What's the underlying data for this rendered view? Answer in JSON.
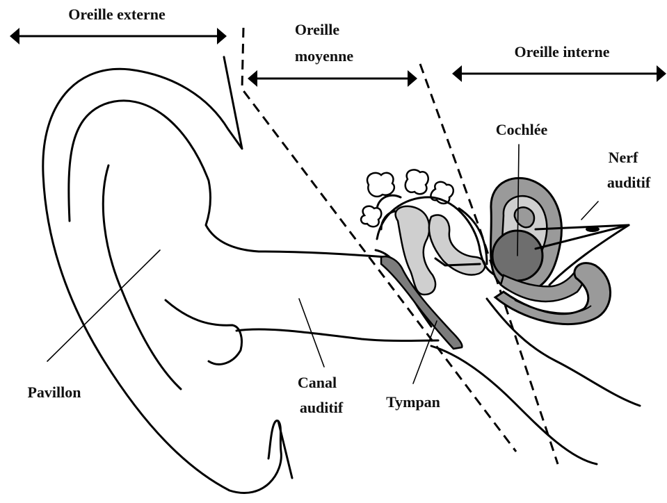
{
  "labels": {
    "outer_ear": "Oreille externe",
    "middle_ear_line1": "Oreille",
    "middle_ear_line2": "moyenne",
    "inner_ear": "Oreille interne",
    "cochlea": "Cochlée",
    "nerve_line1": "Nerf",
    "nerve_line2": "auditif",
    "pinna": "Pavillon",
    "canal_line1": "Canal",
    "canal_line2": "auditif",
    "eardrum": "Tympan"
  },
  "colors": {
    "ink": "#000000",
    "bone_light": "#cfcfcf",
    "tissue_mid": "#9a9a9a",
    "cochlea_dark": "#6e6e6e",
    "eardrum_fill": "#7c7c7c"
  }
}
